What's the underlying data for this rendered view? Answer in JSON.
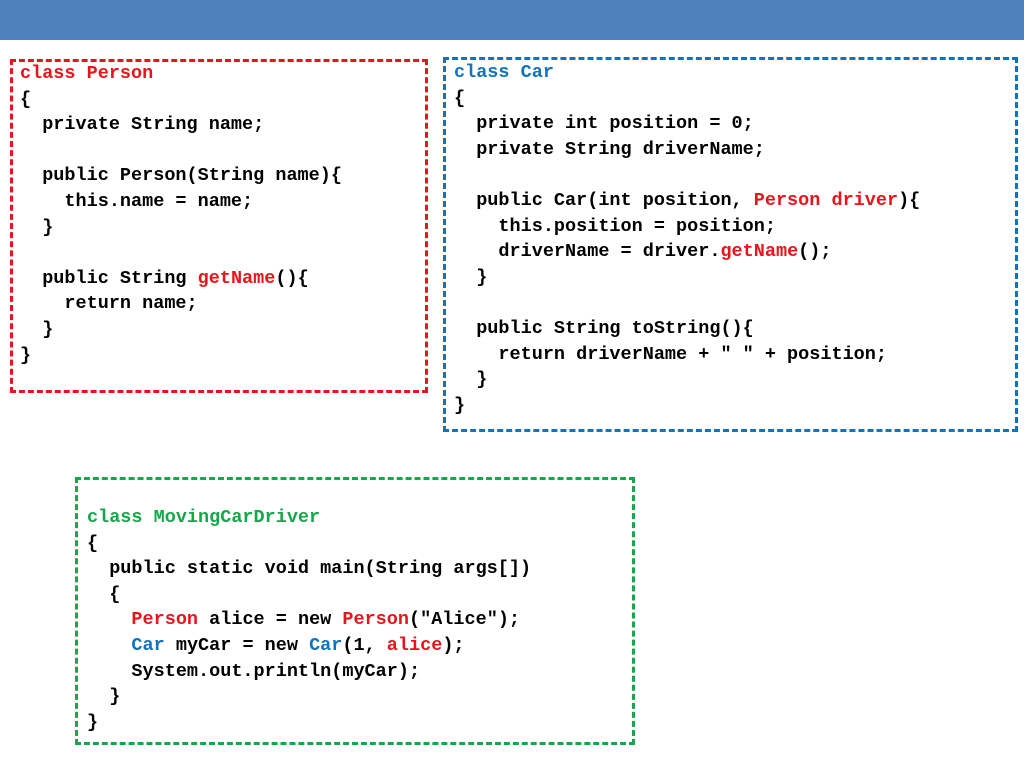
{
  "colors": {
    "header_bar": "#4f81bd",
    "person_border": "#e8141b",
    "car_border": "#1173bb",
    "driver_border": "#14a84a",
    "highlight_red": "#e8141b",
    "highlight_blue": "#1173bb",
    "highlight_green": "#14a84a"
  },
  "person_box": {
    "lines": [
      [
        {
          "t": "class Person",
          "c": "red"
        }
      ],
      [
        {
          "t": "{"
        }
      ],
      [
        {
          "t": "  private String name;"
        }
      ],
      [
        {
          "t": ""
        }
      ],
      [
        {
          "t": "  public Person(String name){"
        }
      ],
      [
        {
          "t": "    this.name = name;"
        }
      ],
      [
        {
          "t": "  }"
        }
      ],
      [
        {
          "t": ""
        }
      ],
      [
        {
          "t": "  public String "
        },
        {
          "t": "getName",
          "c": "red"
        },
        {
          "t": "(){"
        }
      ],
      [
        {
          "t": "    return name;"
        }
      ],
      [
        {
          "t": "  }"
        }
      ],
      [
        {
          "t": "}"
        }
      ]
    ]
  },
  "car_box": {
    "lines": [
      [
        {
          "t": "class Car",
          "c": "blue"
        }
      ],
      [
        {
          "t": "{"
        }
      ],
      [
        {
          "t": "  private int position = 0;"
        }
      ],
      [
        {
          "t": "  private String driverName;"
        }
      ],
      [
        {
          "t": ""
        }
      ],
      [
        {
          "t": "  public Car(int position, "
        },
        {
          "t": "Person driver",
          "c": "red"
        },
        {
          "t": "){"
        }
      ],
      [
        {
          "t": "    this.position = position;"
        }
      ],
      [
        {
          "t": "    driverName = driver."
        },
        {
          "t": "getName",
          "c": "red"
        },
        {
          "t": "();"
        }
      ],
      [
        {
          "t": "  }"
        }
      ],
      [
        {
          "t": ""
        }
      ],
      [
        {
          "t": "  public String toString(){"
        }
      ],
      [
        {
          "t": "    return driverName + \" \" + position;"
        }
      ],
      [
        {
          "t": "  }"
        }
      ],
      [
        {
          "t": "}"
        }
      ]
    ]
  },
  "driver_box": {
    "lines": [
      [
        {
          "t": "class MovingCarDriver",
          "c": "green"
        }
      ],
      [
        {
          "t": "{"
        }
      ],
      [
        {
          "t": "  public static void main(String args[])"
        }
      ],
      [
        {
          "t": "  {"
        }
      ],
      [
        {
          "t": "    "
        },
        {
          "t": "Person",
          "c": "red"
        },
        {
          "t": " alice = new "
        },
        {
          "t": "Person",
          "c": "red"
        },
        {
          "t": "(\"Alice\");"
        }
      ],
      [
        {
          "t": "    "
        },
        {
          "t": "Car",
          "c": "blue"
        },
        {
          "t": " myCar = new "
        },
        {
          "t": "Car",
          "c": "blue"
        },
        {
          "t": "(1, "
        },
        {
          "t": "alice",
          "c": "red"
        },
        {
          "t": ");"
        }
      ],
      [
        {
          "t": "    System.out.println(myCar);"
        }
      ],
      [
        {
          "t": "  }"
        }
      ],
      [
        {
          "t": "}"
        }
      ]
    ]
  }
}
